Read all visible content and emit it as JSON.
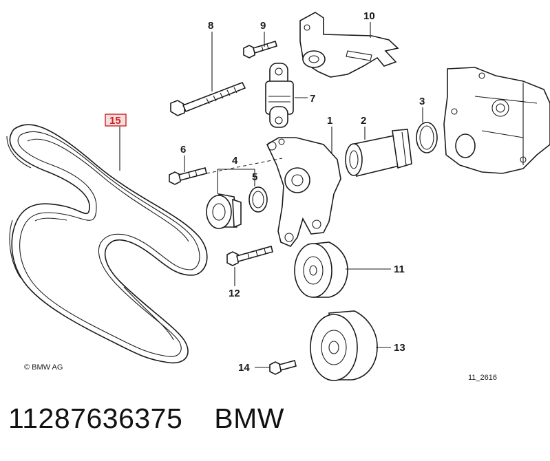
{
  "diagram": {
    "copyright": "© BMW AG",
    "diagram_code": "11_2616",
    "callouts": [
      "1",
      "2",
      "3",
      "4",
      "5",
      "6",
      "7",
      "8",
      "9",
      "10",
      "11",
      "12",
      "13",
      "14",
      "15"
    ],
    "highlighted_callout": "15"
  },
  "caption": {
    "part_number": "11287636375",
    "brand": "BMW"
  },
  "colors": {
    "line": "#1a1a1a",
    "highlight": "#cc2222",
    "highlight_fill": "#f7dede"
  }
}
